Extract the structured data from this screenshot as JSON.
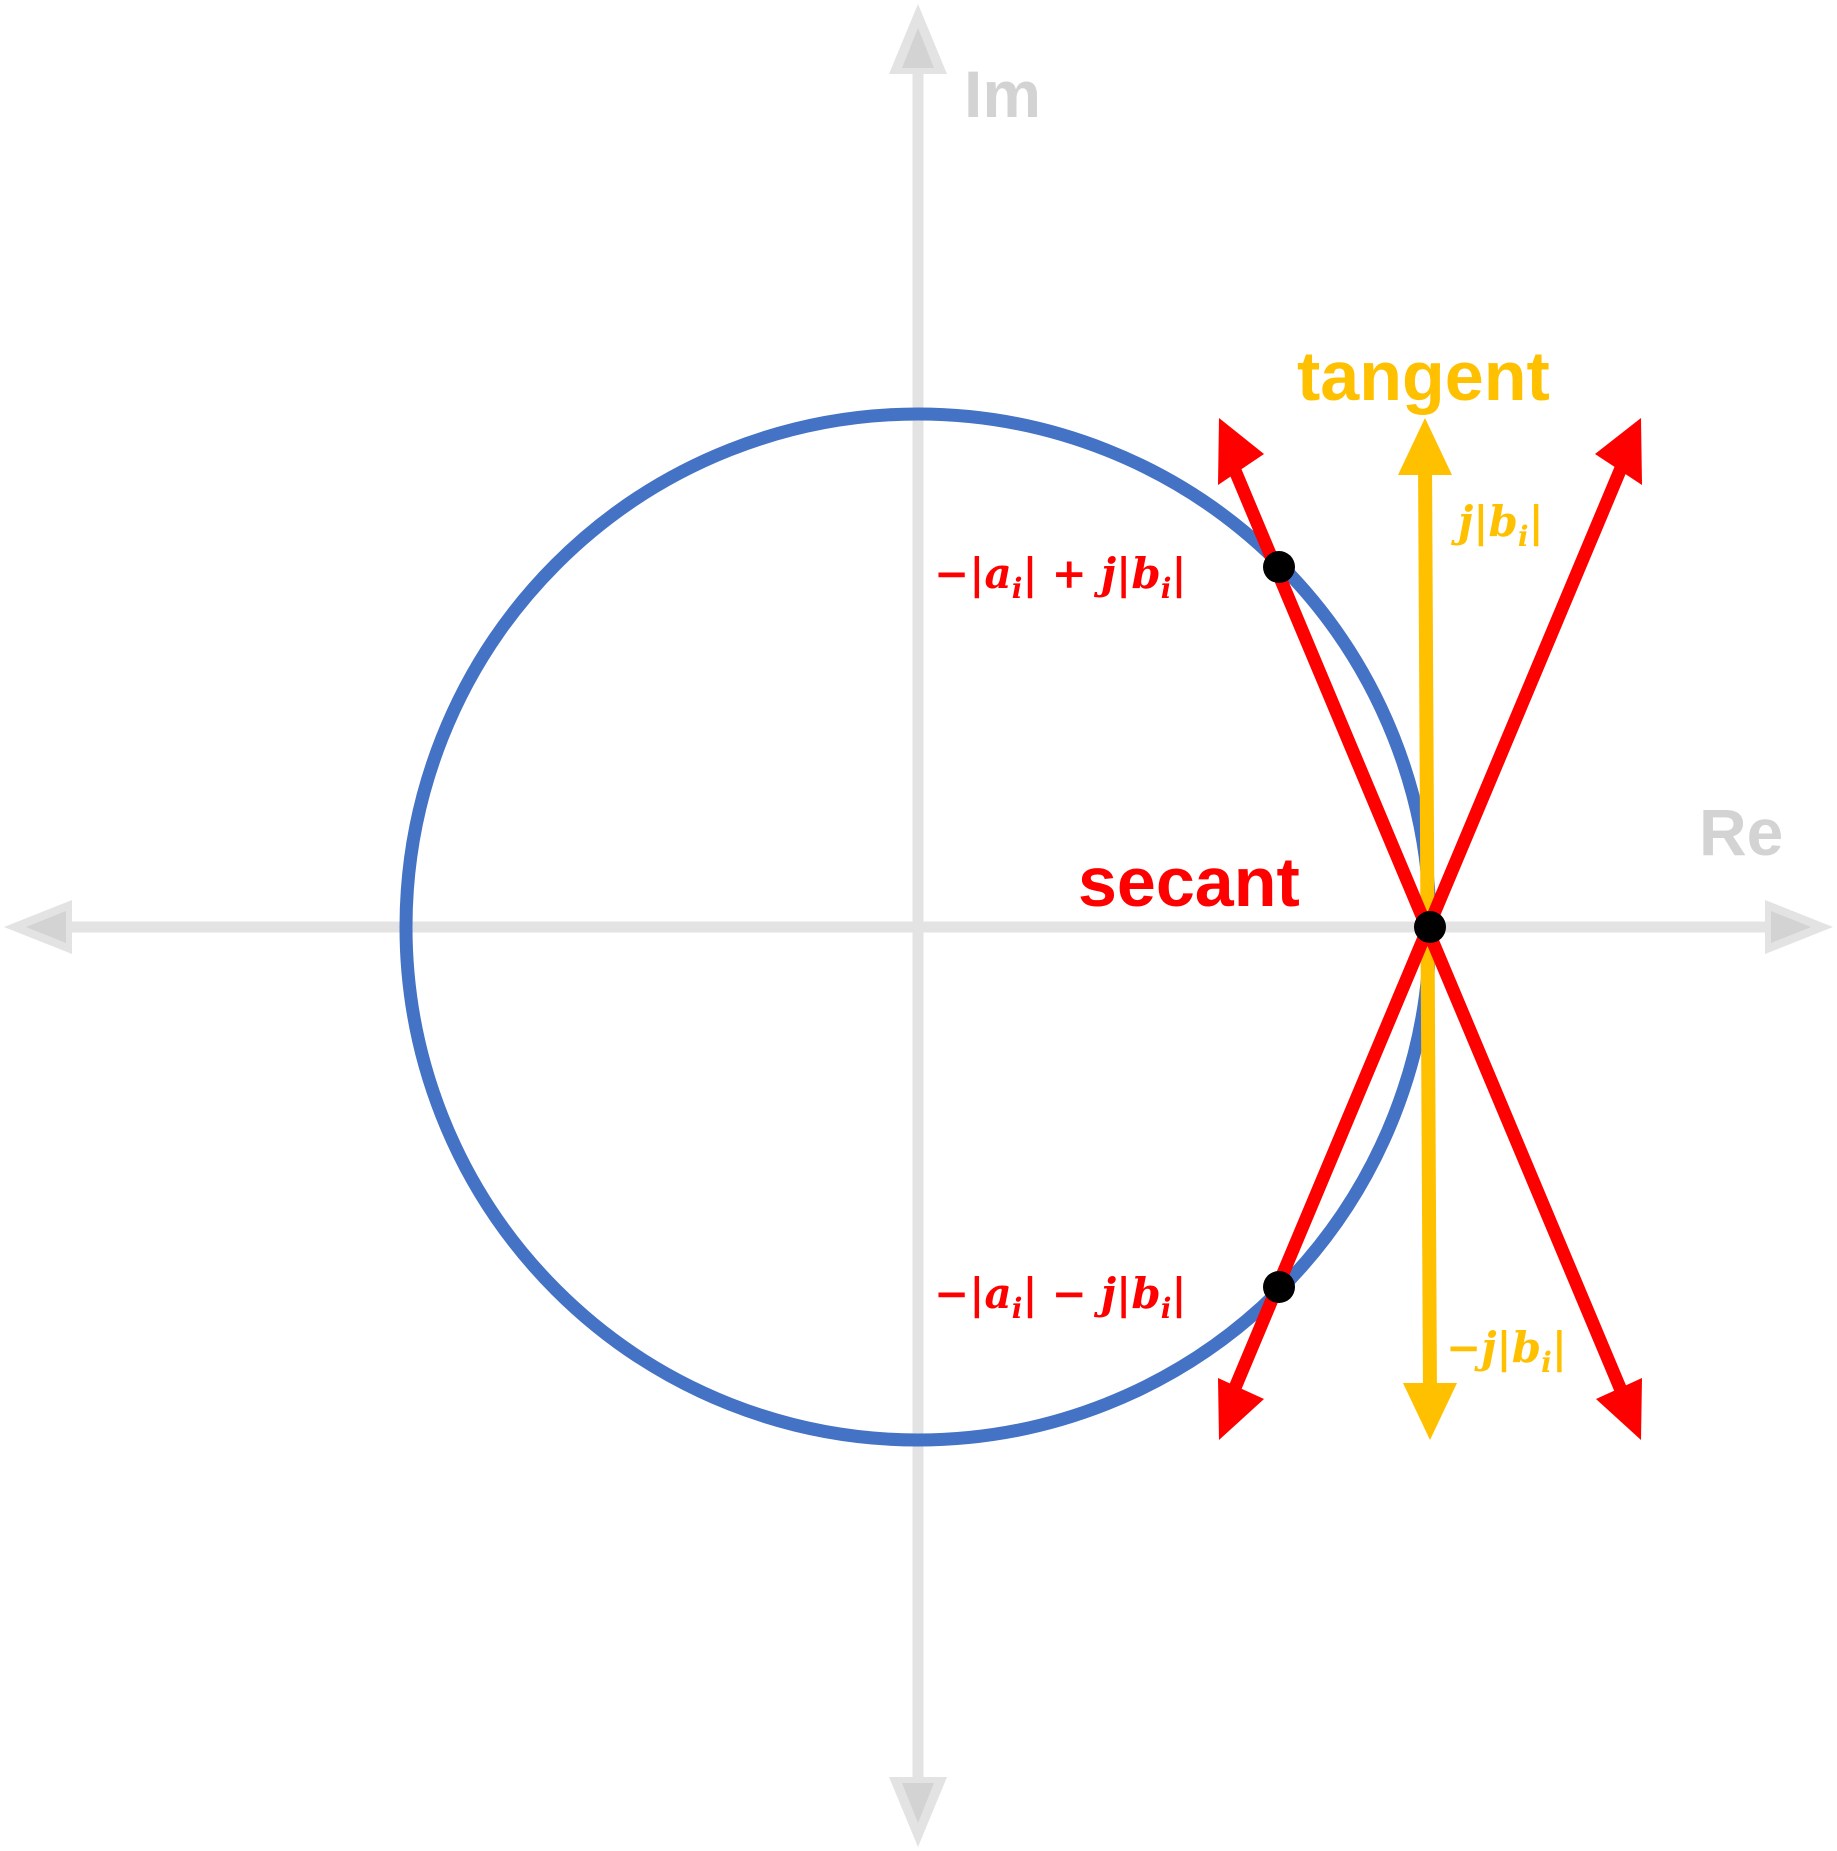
{
  "diagram": {
    "axes": {
      "real_label": "Re",
      "imag_label": "Im",
      "color": "#e3e3e3",
      "label_color": "#d3d3d3"
    },
    "circle": {
      "color": "#4472c4"
    },
    "secant": {
      "label": "secant",
      "color": "#ff0000",
      "upper_point": {
        "sign": "−",
        "a": "a",
        "op": "+",
        "j": "j",
        "b": "b",
        "sub": "i"
      },
      "lower_point": {
        "sign": "−",
        "a": "a",
        "op": "−",
        "j": "j",
        "b": "b",
        "sub": "i"
      }
    },
    "tangent": {
      "label": "tangent",
      "color": "#ffc000",
      "upper": {
        "j": "j",
        "b": "b",
        "sub": "i"
      },
      "lower": {
        "sign": "−",
        "j": "j",
        "b": "b",
        "sub": "i"
      }
    },
    "points_color": "#000000"
  }
}
